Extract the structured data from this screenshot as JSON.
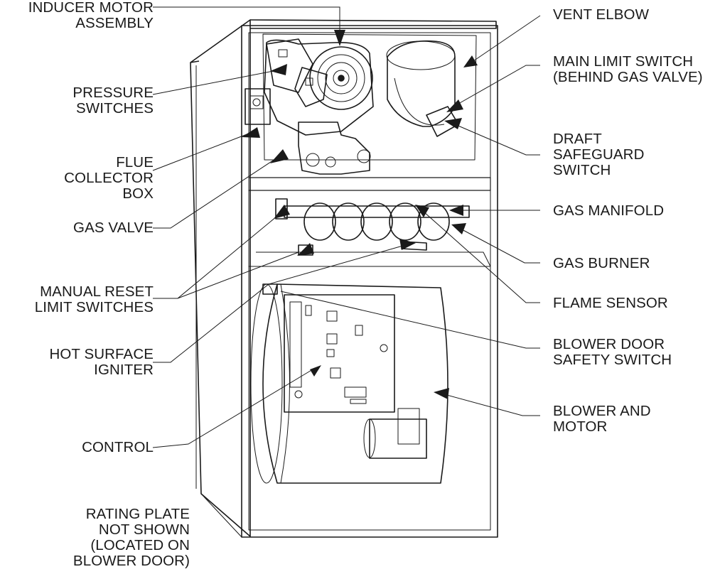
{
  "labels": {
    "inducer_motor_assembly": [
      "INDUCER MOTOR",
      "ASSEMBLY"
    ],
    "pressure_switches": [
      "PRESSURE",
      "SWITCHES"
    ],
    "flue_collector_box": [
      "FLUE",
      "COLLECTOR",
      "BOX"
    ],
    "gas_valve": [
      "GAS VALVE"
    ],
    "manual_reset_limit_switches": [
      "MANUAL RESET",
      "LIMIT SWITCHES"
    ],
    "hot_surface_igniter": [
      "HOT SURFACE",
      "IGNITER"
    ],
    "control": [
      "CONTROL"
    ],
    "rating_plate": [
      "RATING PLATE",
      "NOT SHOWN",
      "(LOCATED ON",
      "BLOWER DOOR)"
    ],
    "vent_elbow": [
      "VENT ELBOW"
    ],
    "main_limit_switch": [
      "MAIN LIMIT SWITCH",
      "(BEHIND GAS VALVE)"
    ],
    "draft_safeguard_switch": [
      "DRAFT",
      "SAFEGUARD",
      "SWITCH"
    ],
    "gas_manifold": [
      "GAS MANIFOLD"
    ],
    "gas_burner": [
      "GAS BURNER"
    ],
    "flame_sensor": [
      "FLAME SENSOR"
    ],
    "blower_door_safety_switch": [
      "BLOWER DOOR",
      "SAFETY SWITCH"
    ],
    "blower_and_motor": [
      "BLOWER AND",
      "MOTOR"
    ]
  },
  "colors": {
    "line": "#1a1a1a",
    "background": "#ffffff"
  }
}
